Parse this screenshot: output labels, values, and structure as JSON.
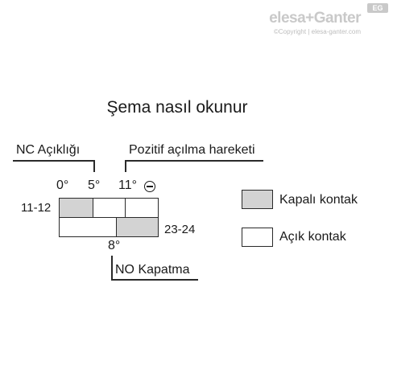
{
  "brand": {
    "name": "elesa+Ganter",
    "badge": "EG",
    "copyright": "©Copyright | elesa-ganter.com"
  },
  "title": "Şema nasıl okunur",
  "labels": {
    "nc_opening": "NC Açıklığı",
    "positive_opening": "Pozitif açılma hareketi",
    "no_closing": "NO Kapatma"
  },
  "angles": {
    "a0": "0°",
    "a5": "5°",
    "a11": "11°",
    "a8": "8°",
    "positive_symbol": "minus-circle-icon"
  },
  "contacts": {
    "row1_label": "11-12",
    "row2_label": "23-24"
  },
  "legend": {
    "closed_label": "Kapalı kontak",
    "open_label": "Açık kontak",
    "closed_color": "#d3d3d3",
    "open_color": "#ffffff"
  }
}
